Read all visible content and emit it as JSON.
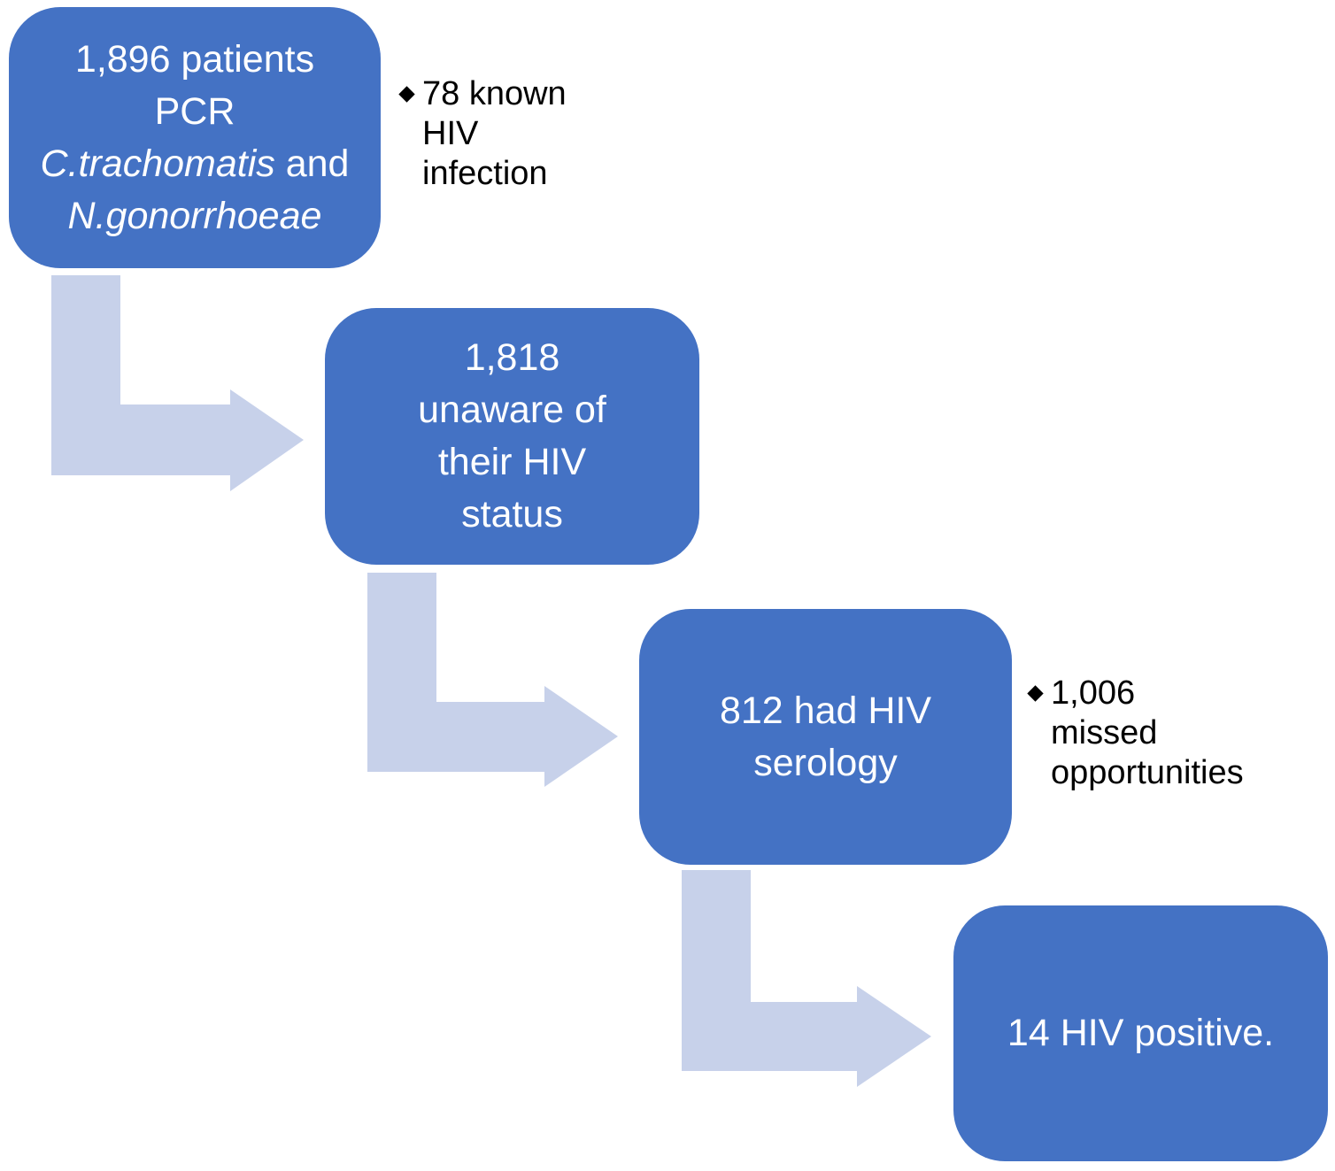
{
  "diagram": {
    "type": "flowchart-step-down-process",
    "description": "HIV testing cascade flow diagram with four process boxes connected by bent arrows and two bullet side-notes"
  },
  "colors": {
    "box_fill": "#4472C4",
    "box_text": "#FFFFFF",
    "arrow_fill": "#C7D1EA",
    "note_text": "#000000",
    "background": "#FFFFFF"
  },
  "boxes": [
    {
      "name": "patients-pcr",
      "rich_lines": [
        [
          {
            "text": "1,896 patients",
            "italic": false
          }
        ],
        [
          {
            "text": "PCR",
            "italic": false
          }
        ],
        [
          {
            "text": "C.trachomatis",
            "italic": true
          },
          {
            "text": " and",
            "italic": false
          }
        ],
        [
          {
            "text": "N.gonorrhoeae",
            "italic": true
          }
        ]
      ]
    },
    {
      "name": "unaware-of-status",
      "lines": [
        "1,818",
        "unaware of",
        "their HIV",
        "status"
      ]
    },
    {
      "name": "had-hiv-serology",
      "lines": [
        "812 had HIV",
        "serology"
      ]
    },
    {
      "name": "hiv-positive",
      "lines": [
        "14 HIV positive."
      ]
    }
  ],
  "notes": [
    {
      "name": "known-hiv-infection",
      "lines": [
        "78 known",
        "HIV",
        "infection"
      ]
    },
    {
      "name": "missed-opportunities",
      "lines": [
        "1,006",
        "missed",
        "opportunities"
      ]
    }
  ]
}
